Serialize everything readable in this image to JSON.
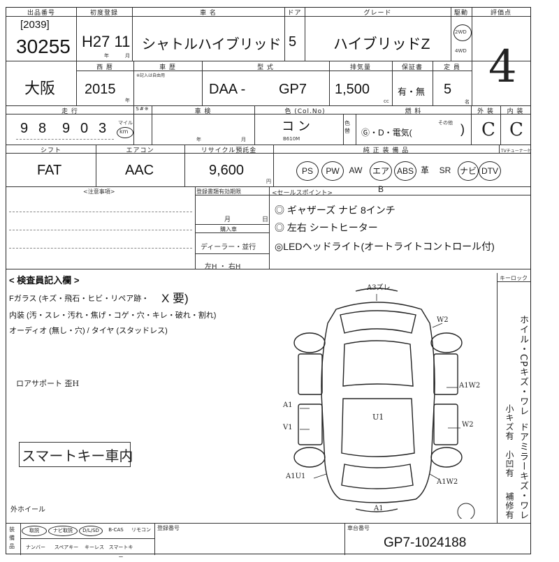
{
  "header": {
    "lot_label": "出品番号",
    "lot_sub": "[2039]",
    "lot_number": "30255",
    "first_reg_label": "初度登録",
    "first_reg_value": "H27 11",
    "first_reg_year_unit": "年",
    "first_reg_month_unit": "月",
    "car_name_label": "車 名",
    "car_name": "シャトルハイブリッド",
    "door_label": "ドア",
    "doors": "5",
    "grade_label": "グレード",
    "grade": "ハイブリッドZ",
    "drive_label": "駆動",
    "drive_2wd": "2WD",
    "drive_4wd": "4WD",
    "score_label": "評価点",
    "score": "4"
  },
  "row2": {
    "region": "大阪",
    "year_label": "西 暦",
    "year": "2015",
    "year_unit": "年",
    "shaken_label": "車 歴",
    "shaken_note": "※記入は自由用",
    "model_label": "型 式",
    "model_prefix": "DAA -",
    "model_code": "GP7",
    "displacement_label": "排気量",
    "displacement": "1,500",
    "displacement_unit": "cc",
    "warranty_label": "保証書",
    "warranty_value": "有・無",
    "capacity_label": "定 員",
    "capacity": "5",
    "capacity_unit": "名"
  },
  "row3": {
    "mileage_label": "走 行",
    "odometer_label": "S#※",
    "mileage_digits": [
      "9",
      "8",
      "9",
      "0",
      "3"
    ],
    "mileage_unit_mile": "マイル",
    "mileage_unit_km": "km",
    "inspection_label": "車 検",
    "inspection_year_unit": "年",
    "inspection_month_unit": "月",
    "color_label": "色 (Col.No)",
    "color": "コ ン",
    "color_code": "B610M",
    "color_change_label": "色替",
    "fuel_label": "燃 料",
    "fuel_value": "Ⓖ・D・電気(",
    "fuel_other": "その他",
    "fuel_close": ")",
    "exterior_label": "外 装",
    "exterior": "C",
    "interior_label": "内 装",
    "interior": "C"
  },
  "row4": {
    "shift_label": "シフト",
    "shift": "FAT",
    "ac_label": "エアコン",
    "ac": "AAC",
    "recycle_label": "リサイクル預託金",
    "recycle": "9,600",
    "recycle_unit": "円",
    "equipment_label": "純 正 装 備 品",
    "tuner_label": "TVチューナー付",
    "equipment": [
      {
        "name": "PS",
        "circled": true
      },
      {
        "name": "PW",
        "circled": true
      },
      {
        "name": "AW",
        "circled": false
      },
      {
        "name": "エアB",
        "circled": true
      },
      {
        "name": "ABS",
        "circled": true
      },
      {
        "name": "革",
        "circled": false
      },
      {
        "name": "SR",
        "circled": false
      },
      {
        "name": "ナビ",
        "circled": true
      },
      {
        "name": "DTV",
        "circled": true
      }
    ]
  },
  "notes": {
    "caution_label": "<注意事項>",
    "registration_label": "登録書類有効期限",
    "registration_month": "月",
    "registration_day": "日",
    "purchase_label": "購入車",
    "purchase_value": "ディーラー・並行",
    "handle_value": "左H ・ 右H",
    "sales_label": "<セールスポイント>",
    "sales_points": [
      "◎ ギャザーズ ナビ 8インチ",
      "◎ 左右 シートヒーター",
      "◎LEDヘッドライト(オートライトコントロール付)"
    ]
  },
  "inspection": {
    "title": "< 検査員記入欄 >",
    "windshield_line": "Fガラス (キズ・飛石・ヒビ・リペア跡・",
    "windshield_mark": "X 要)",
    "interior_line": "内装 (汚・スレ・汚れ・焦げ・コゲ・穴・キレ・破れ・割れ)",
    "audio_line": "オーディオ (無し・穴) / タイヤ (スタッドレス)",
    "note_rear": "ロアサポート 歪H",
    "note_smartkey": "スマートキー車内",
    "note_wheel": "外ホイール",
    "key_lock_label": "キーロック",
    "right_vertical_1": "ホイル・CPキズ・ワレ",
    "right_vertical_2": "小キズ有",
    "right_vertical_3": "ドアミラーキズ・ワレ",
    "right_vertical_4": "小凹有",
    "right_vertical_5": "補修有",
    "diagram_marks": {
      "top": "A3ズレ",
      "top_right": "W2",
      "right_upper": "A1W2",
      "left_mid": "A1",
      "left_low": "V1",
      "center": "U1",
      "right_low": "W2",
      "bottom_left": "A1U1",
      "bottom_right": "A1W2",
      "bottom": "A1"
    }
  },
  "footer": {
    "section_label": "装備品",
    "items_top": [
      {
        "name": "取説",
        "circled": true
      },
      {
        "name": "ナビ取説",
        "circled": true
      },
      {
        "name": "D/L/SD",
        "circled": true
      },
      {
        "name": "B-CAS",
        "circled": false
      },
      {
        "name": "リモコン",
        "circled": false
      }
    ],
    "items_bottom": [
      "ナンバー",
      "スペアキー",
      "キーレス",
      "スマートキー"
    ],
    "plate_label": "登録番号",
    "chassis_label": "車台番号",
    "chassis_number": "GP7-1024188"
  }
}
